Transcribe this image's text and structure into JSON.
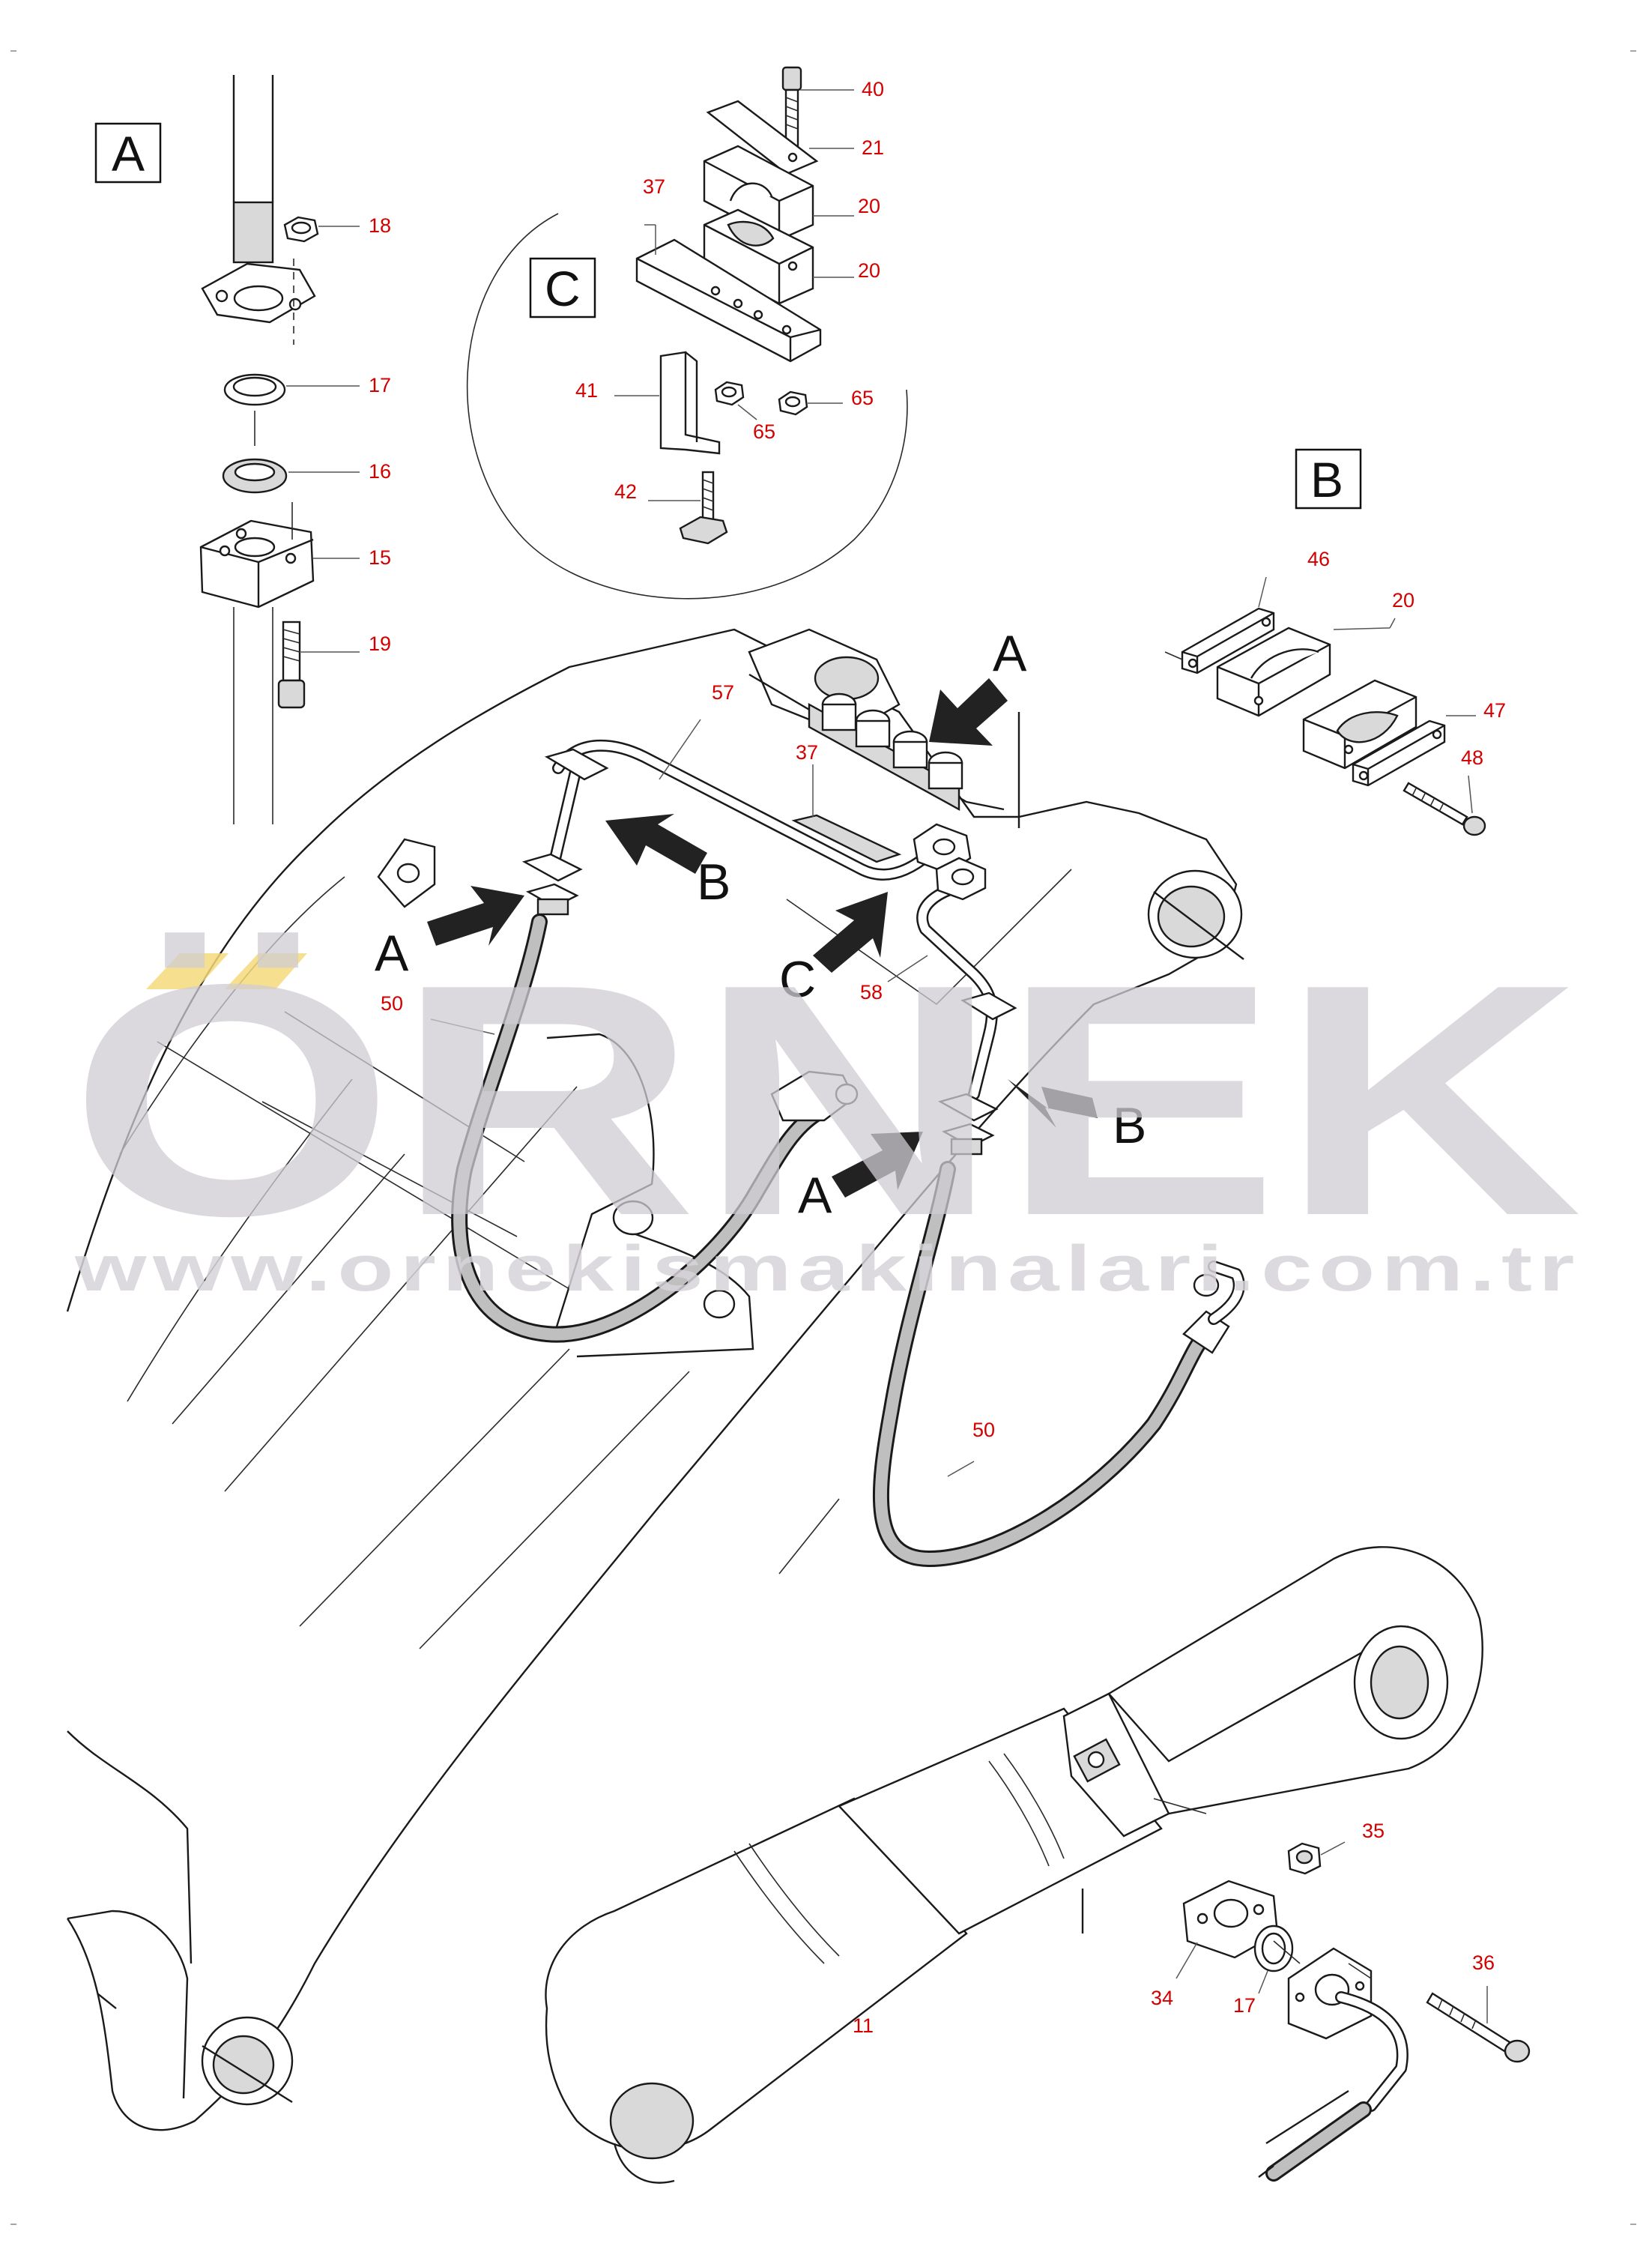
{
  "views": {
    "A": "A",
    "B": "B",
    "C": "C"
  },
  "callouts": {
    "p15": "15",
    "p16": "16",
    "p17": "17",
    "p18": "18",
    "p19": "19",
    "p20a": "20",
    "p20b": "20",
    "p20c": "20",
    "p21": "21",
    "p34": "34",
    "p35": "35",
    "p36": "36",
    "p37a": "37",
    "p37b": "37",
    "p40": "40",
    "p41": "41",
    "p42": "42",
    "p46": "46",
    "p47": "47",
    "p48": "48",
    "p50a": "50",
    "p50b": "50",
    "p57": "57",
    "p58": "58",
    "p65a": "65",
    "p65b": "65",
    "p11": "11",
    "p17b": "17"
  },
  "arrow_labels": {
    "a1": "A",
    "a2": "A",
    "a3": "A",
    "b1": "B",
    "b2": "B",
    "c1": "C"
  },
  "watermark": {
    "brand": "ÖRNEK",
    "url": "www.ornekismakinalari.com.tr"
  },
  "colors": {
    "callout": "#d40000",
    "watermark": "#cfccd3",
    "accent": "#f5d97a"
  }
}
